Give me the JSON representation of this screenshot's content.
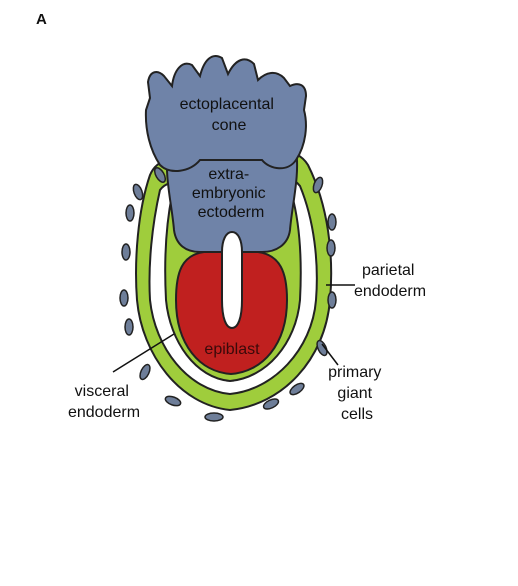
{
  "panel_letter": "A",
  "labels": {
    "ectoplacental_cone": [
      "ectoplacental",
      "cone"
    ],
    "extraembryonic_ectoderm": [
      "extra-",
      "embryonic",
      "ectoderm"
    ],
    "epiblast": "epiblast",
    "parietal_endoderm": [
      "parietal",
      "endoderm"
    ],
    "visceral_endoderm": [
      "visceral",
      "endoderm"
    ],
    "primary_giant_cells": [
      "primary",
      "giant",
      "cells"
    ]
  },
  "colors": {
    "cone_blue": "#6f83a8",
    "outline": "#222222",
    "endoderm_green": "#9fcd3c",
    "epiblast_red": "#c0201f",
    "cell_gray": "#6e7e99",
    "background": "#ffffff"
  }
}
